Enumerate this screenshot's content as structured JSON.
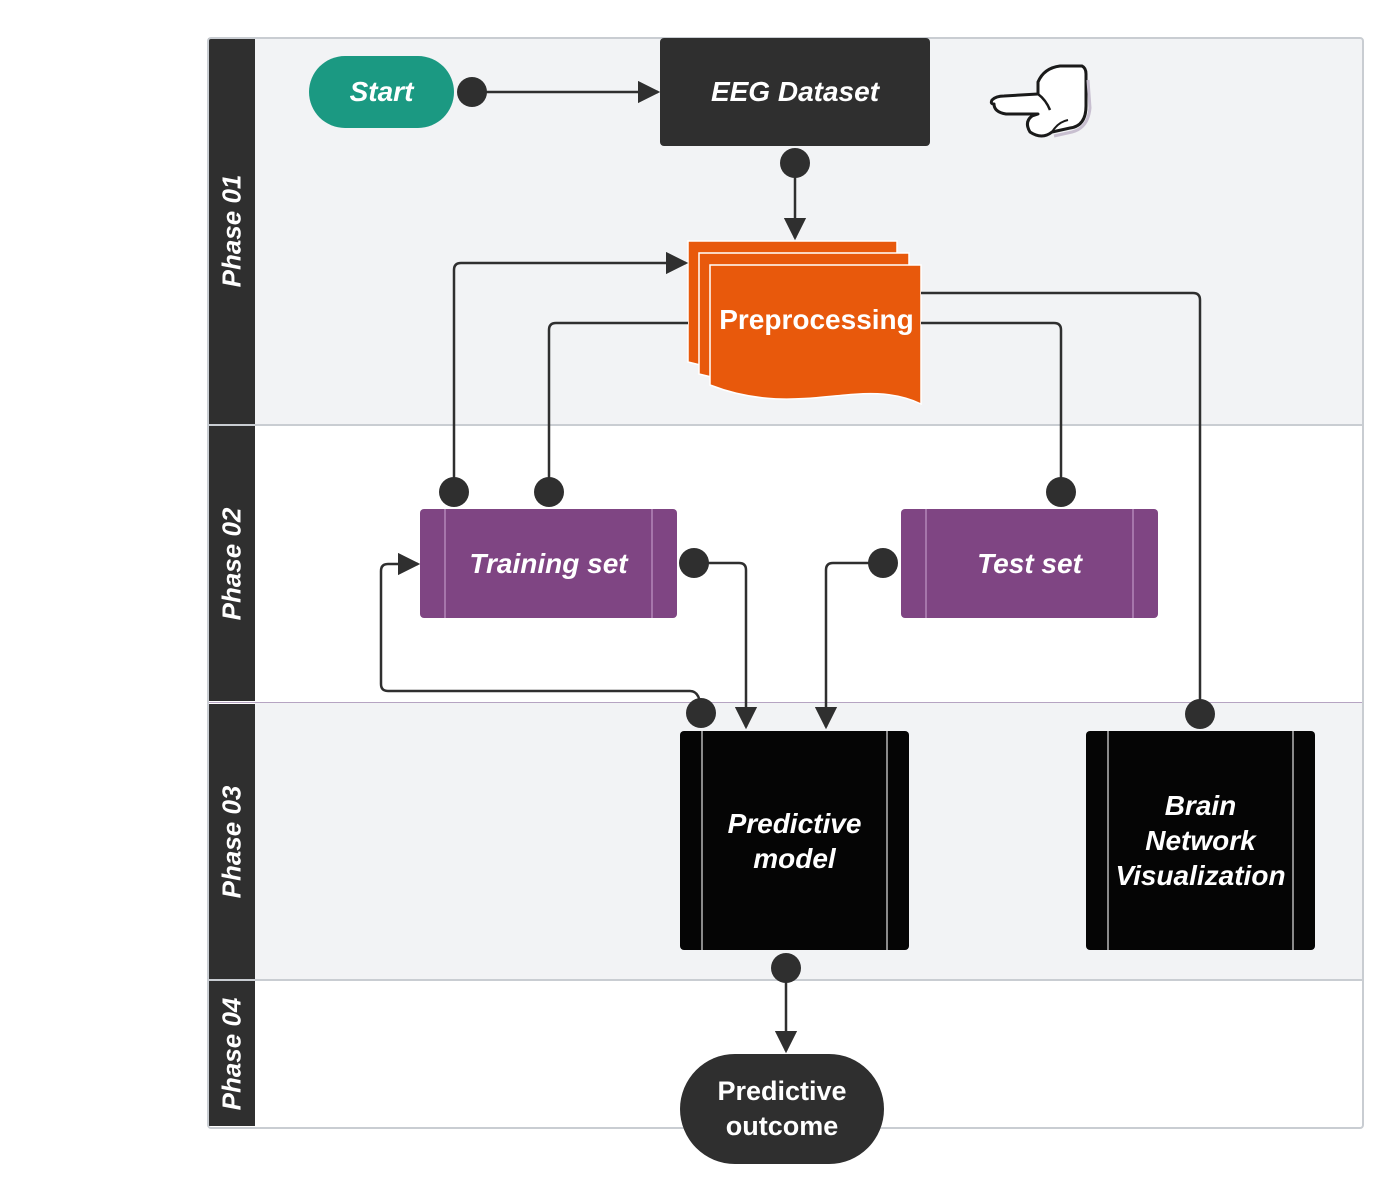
{
  "lanes": [
    {
      "label": "Phase 01"
    },
    {
      "label": "Phase 02"
    },
    {
      "label": "Phase 03"
    },
    {
      "label": "Phase 04"
    }
  ],
  "nodes": {
    "start": "Start",
    "eeg_dataset": "EEG Dataset",
    "preprocessing": "Preprocessing",
    "training_set": "Training set",
    "test_set": "Test set",
    "predictive_model": [
      "Predictive",
      "model"
    ],
    "brain_network_visualization": [
      "Brain",
      "Network",
      "Visualization"
    ],
    "predictive_outcome": [
      "Predictive",
      "outcome"
    ]
  },
  "colors": {
    "lane_background": "#f2f3f5",
    "lane_header": "#2f2f2f",
    "start": "#1b9982",
    "eeg_dataset": "#2f2f2f",
    "preprocessing": "#e8590c",
    "data_sets": "#7f4583",
    "models": "#050505",
    "outcome": "#2f2f2f",
    "connector": "#2f2f2f"
  },
  "icons": {
    "pointer": "pointing-hand-icon"
  }
}
